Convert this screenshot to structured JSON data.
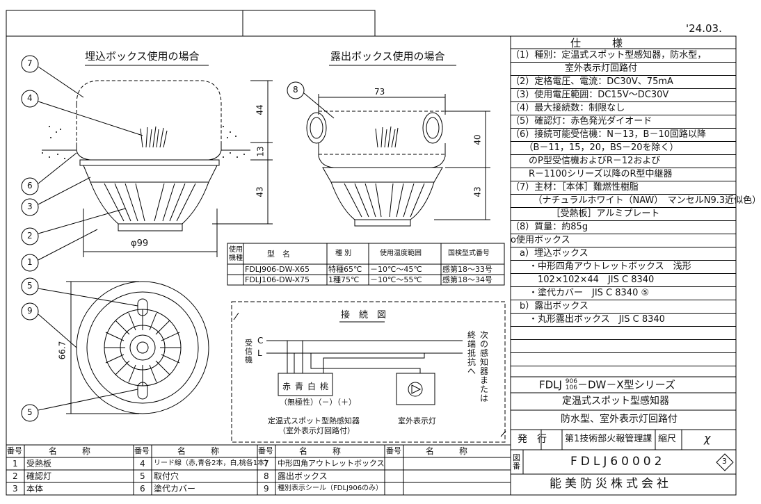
{
  "date": "'24.03.",
  "views": {
    "embedded_title": "埋込ボックス使用の場合",
    "exposed_title": "露出ボックス使用の場合",
    "dim_44": "44",
    "dim_13": "13",
    "dim_43_left": "43",
    "dim_phi99": "φ99",
    "dim_73": "73",
    "dim_40": "40",
    "dim_43_right": "43",
    "dim_667": "66.7",
    "callouts": [
      "7",
      "4",
      "6",
      "3",
      "2",
      "1",
      "8",
      "5",
      "9",
      "5"
    ]
  },
  "spec": {
    "title": "仕　　　様",
    "rows": [
      "（1）種別：定温式スポット型感知器，防水型，",
      "　　　　　　室外表示灯回路付",
      "（2）定格電圧、電流：DC30V、75mA",
      "（3）使用電圧範囲：DC15V～DC30V",
      "（4）最大接続数：制限なし",
      "（5）確認灯：赤色発光ダイオード",
      "（6）接続可能受信機：N－13，B－10回路以降",
      "　　（B－11，15，20，BS－20を除く）",
      "　　のP型受信機およびR－12および",
      "　　R－1100シリーズ以降のR型中継器",
      "（7）主材：［本体］難燃性樹脂",
      "　　　（ナチュラルホワイト（NAW）　マンセルN9.3近似色）",
      "　　　　　［受熱板］アルミプレート",
      "（8）質量：約85g",
      "o使用ボックス",
      "　a）埋込ボックス",
      "　　・中形四角アウトレットボックス　浅形",
      "　　　102×102×44　JIS C 8340",
      "　　・塗代カバー　JIS C 8340 ⑤",
      "　b）露出ボックス",
      "　　・丸形露出ボックス　JIS C 8340",
      "",
      "",
      ""
    ]
  },
  "model_table": {
    "headers": [
      "使用機種",
      "型　名",
      "種 別",
      "使用温度範囲",
      "国検型式番号"
    ],
    "rows": [
      [
        "",
        "FDLJ906-DW-X65",
        "特種65℃",
        "－10℃～45℃",
        "感第18～33号"
      ],
      [
        "",
        "FDLJ106-DW-X75",
        "1種75℃",
        "－10℃～55℃",
        "感第18～34号"
      ]
    ]
  },
  "wiring": {
    "title": "接　続　図",
    "receiver_label": "受信機",
    "c_label": "C",
    "l_label": "L",
    "terminals": [
      "赤",
      "青",
      "白",
      "桃"
    ],
    "terminal_notes": "（無極性）（－）（＋）",
    "terminator_label": "終端抵抗へ",
    "next_label": "次の感知器または",
    "detector_caption": "定温式スポット型熱感知器",
    "detector_caption2": "（室外表示灯回路付）",
    "lamp_caption": "室外表示灯"
  },
  "title_block": {
    "series": "FDLJ 906/106 －DW－X型シリーズ",
    "series_a": "FDLJ",
    "series_b": "－DW－X型シリーズ",
    "sup": "906",
    "sub": "106",
    "line2": "定温式スポット型感知器",
    "line3": "防水型、室外表示灯回路付",
    "issue_label": "発　行",
    "dept": "第1技術部火報管理課",
    "scale_label": "縮尺",
    "scale_value": "χ",
    "drawing_label": "図番",
    "drawing_no": "FDLJ60002",
    "revision": "3",
    "company": "能美防災株式会社"
  },
  "parts": {
    "header_no": "番号",
    "header_name": "名　　　称",
    "items": [
      [
        "1",
        "受熱板"
      ],
      [
        "2",
        "確認灯"
      ],
      [
        "3",
        "本体"
      ],
      [
        "4",
        "リード線（赤,青各2本，白,桃各1本）"
      ],
      [
        "5",
        "取付穴"
      ],
      [
        "6",
        "塗代カバー"
      ],
      [
        "7",
        "中形四角アウトレットボックス"
      ],
      [
        "8",
        "露出ボックス"
      ],
      [
        "9",
        "種別表示シール（FDLJ906のみ）"
      ]
    ]
  }
}
